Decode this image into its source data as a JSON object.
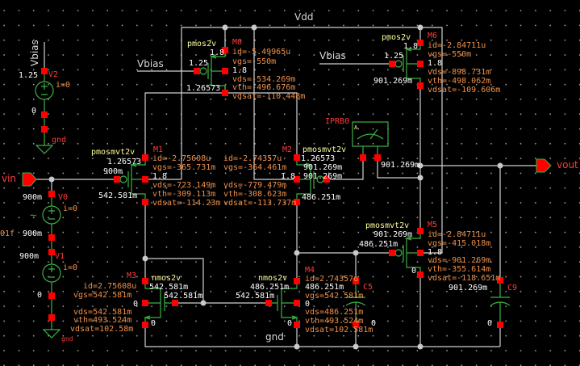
{
  "colors": {
    "background": "#000000",
    "wire": "#d0d0d0",
    "pin": "#ff0000",
    "symbol": "#3cb043",
    "op_text": "#f0904a",
    "cell_name": "#ffff9a",
    "instance_name": "#ff3a3a"
  },
  "nets": {
    "vdd": "Vdd",
    "gnd": "gnd",
    "vbias_m0": "Vbias",
    "vbias_m6": "Vbias",
    "vin": "vin",
    "vout": "vout",
    "vbias_src": "Vbias",
    "gnd_v2": "gnd",
    "gnd_v1": "gnd"
  },
  "m0": {
    "name": "M0",
    "cell": "pmos2v",
    "s": "1.8",
    "g": "1.25",
    "b": "1.8",
    "d": "1.26573",
    "id": "id=-5.49965u",
    "vgs": "vgs=-550m",
    "vds": "vds=-534.269m",
    "vth": "vth=-496.676m",
    "vdsat": "vdsat=-110.448m"
  },
  "m6": {
    "name": "M6",
    "cell": "pmos2v",
    "s": "1.8",
    "g": "1.25",
    "b": "1.8",
    "d": "901.269m",
    "id": "id=-2.84711u",
    "vgs": "vgs=-550m",
    "vds": "vds=-898.731m",
    "vth": "vth=-498.062m",
    "vdsat": "vdsat=-109.606m"
  },
  "m1": {
    "name": "M1",
    "cell": "pmosmvt2v",
    "s": "1.26573",
    "g": "900m",
    "b": "1.8",
    "d": "542.581m",
    "id": "id=-2.75608u",
    "vgs": "vgs=-365.731m",
    "vds": "vds=-723.149m",
    "vth": "vth=-309.113m",
    "vdsat": "vdsat=-114.23m"
  },
  "m2": {
    "name": "M2",
    "cell": "pmosmvt2v",
    "s": "1.26573",
    "g1": "901.269m",
    "g2": "901.269m",
    "b": "1.8",
    "d": "486.251m",
    "id": "id=-2.74357u",
    "vgs": "vgs=-364.461m",
    "vds": "vds=-779.479m",
    "vth": "vth=-308.623m",
    "vdsat": "vdsat=-113.737m"
  },
  "m3": {
    "name": "M3",
    "cell": "nmos2v",
    "d": "542.581m",
    "g": "542.581m",
    "b": "0",
    "s": "0",
    "id": "id=2.75608u",
    "vgs": "vgs=542.581m",
    "vds": "vds=542.581m",
    "vth": "vth=493.524m",
    "vdsat": "vdsat=102.58m"
  },
  "m4": {
    "name": "M4",
    "cell": "nmos2v",
    "d": "486.251m",
    "g": "542.581m",
    "b": "0",
    "s": "0",
    "id": "id=2.74357u",
    "d2": "486.251m",
    "vgs": "vgs=542.581m",
    "vds": "vds=486.251m",
    "vth": "vth=493.524m",
    "vdsat": "vdsat=102.581m"
  },
  "m5": {
    "name": "M5",
    "cell": "pmosmvt2v",
    "s": "901.269m",
    "g": "486.251m",
    "b": "1.8",
    "d": "0",
    "id": "id=-2.84711u",
    "vgs": "vgs=-415.018m",
    "vds": "vds=-901.269m",
    "vth": "vth=-355.614m",
    "vdsat": "vdsat=-118.651m"
  },
  "c5": {
    "name": "C5",
    "bottom": "0"
  },
  "c9": {
    "name": "C9",
    "top": "901.269m",
    "bottom": "0"
  },
  "iprb0": {
    "name": "IPRB0",
    "symbol": "A",
    "out_node": "901.269m"
  },
  "v2": {
    "name": "V2",
    "top": "1.25",
    "i": "i=0",
    "bottom": "0"
  },
  "v0": {
    "name": "V0",
    "top": "900m",
    "i": "i=0",
    "bottom": "900m",
    "source_symbol": "~",
    "freq": "01f"
  },
  "v1": {
    "name": "V1",
    "top": "900m",
    "i": "i=0",
    "bottom": "0"
  }
}
